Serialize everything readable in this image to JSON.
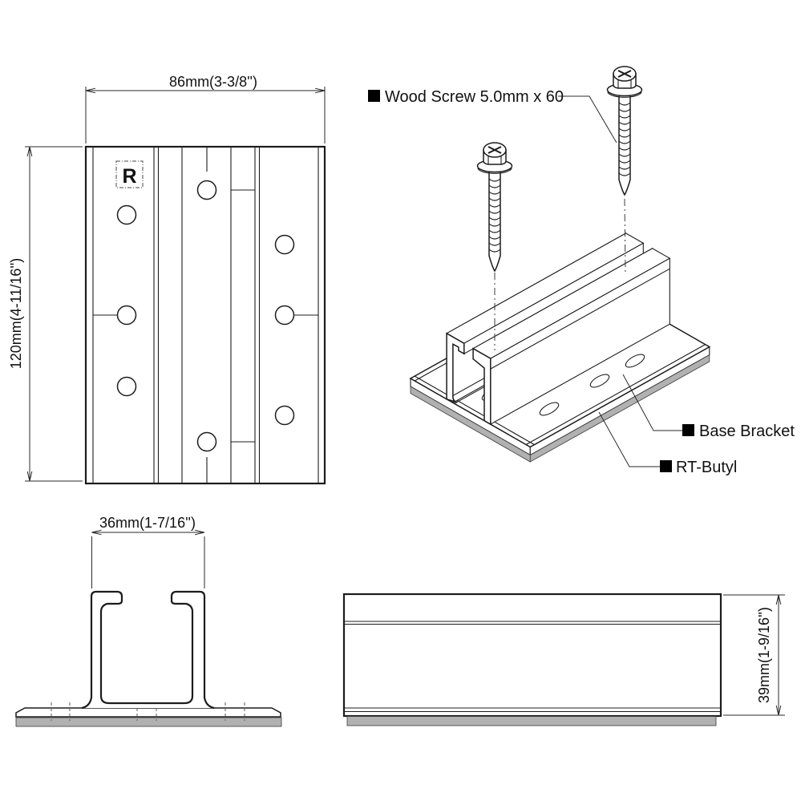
{
  "title": "Base bracket technical drawing",
  "colors": {
    "line": "#1c1c1c",
    "butyl_gray": "#b1b1b1",
    "background": "#ffffff"
  },
  "top_view": {
    "width_dim": "86mm(3-3/8'')",
    "height_dim": "120mm(4-11/16'')",
    "marking": "R"
  },
  "front_view": {
    "width_dim": "36mm(1-7/16'')"
  },
  "side_view": {
    "height_dim": "39mm(1-9/16'')"
  },
  "iso_view": {
    "screw_label": "Wood Screw 5.0mm x 60",
    "bracket_label": "Base Bracket",
    "butyl_label": "RT-Butyl"
  }
}
